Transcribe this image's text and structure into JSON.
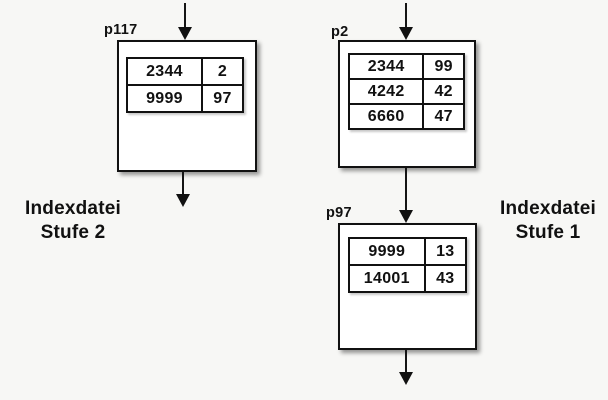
{
  "nodes": {
    "p117": {
      "label": "p117",
      "rows": [
        [
          "2344",
          "2"
        ],
        [
          "9999",
          "97"
        ]
      ]
    },
    "p2": {
      "label": "p2",
      "rows": [
        [
          "2344",
          "99"
        ],
        [
          "4242",
          "42"
        ],
        [
          "6660",
          "47"
        ]
      ]
    },
    "p97": {
      "label": "p97",
      "rows": [
        [
          "9999",
          "13"
        ],
        [
          "14001",
          "43"
        ]
      ]
    }
  },
  "captions": {
    "left": {
      "line1": "Indexdatei",
      "line2": "Stufe 2"
    },
    "right": {
      "line1": "Indexdatei",
      "line2": "Stufe 1"
    }
  },
  "colors": {
    "background": "#f7f7f5",
    "box_fill": "#ffffff",
    "line": "#111111",
    "shadow": "rgba(0,0,0,0.40)"
  }
}
